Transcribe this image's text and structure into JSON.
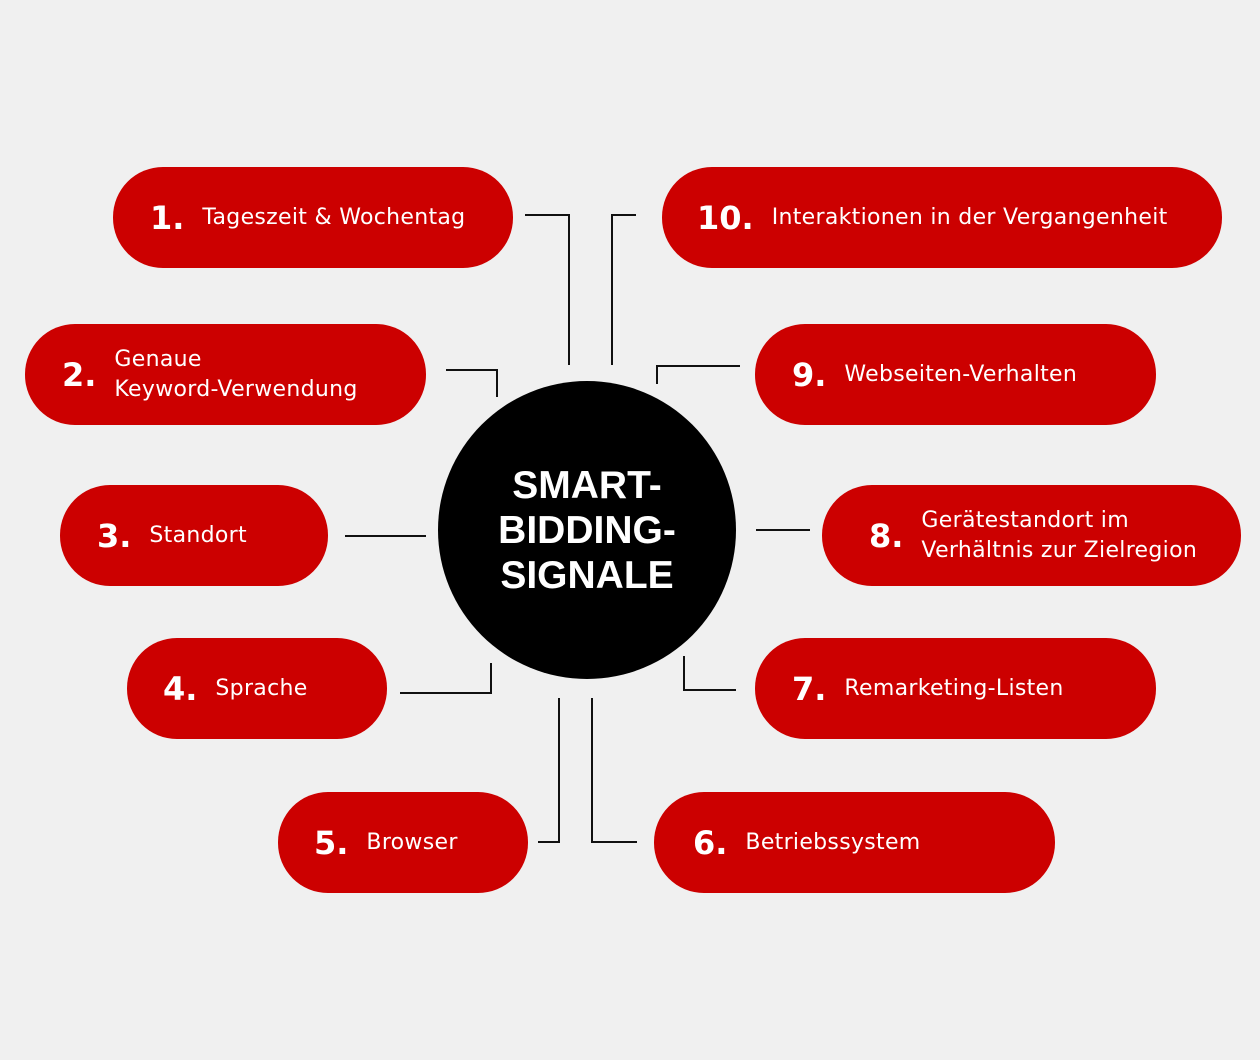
{
  "center": {
    "line1": "SMART-",
    "line2": "BIDDING-",
    "line3": "SIGNALE"
  },
  "signals": [
    {
      "num": "1.",
      "label": "Tageszeit & Wochentag"
    },
    {
      "num": "2.",
      "label": "Genaue",
      "label2": "Keyword-Verwendung"
    },
    {
      "num": "3.",
      "label": "Standort"
    },
    {
      "num": "4.",
      "label": "Sprache"
    },
    {
      "num": "5.",
      "label": "Browser"
    },
    {
      "num": "6.",
      "label": "Betriebssystem"
    },
    {
      "num": "7.",
      "label": "Remarketing-Listen"
    },
    {
      "num": "8.",
      "label": "Gerätestandort im",
      "label2": "Verhältnis zur Zielregion"
    },
    {
      "num": "9.",
      "label": "Webseiten-Verhalten"
    },
    {
      "num": "10.",
      "label": "Interaktionen in der Vergangenheit"
    }
  ],
  "colors": {
    "accent": "#cc0000",
    "background": "#f0f0f0",
    "hub": "#000000"
  }
}
